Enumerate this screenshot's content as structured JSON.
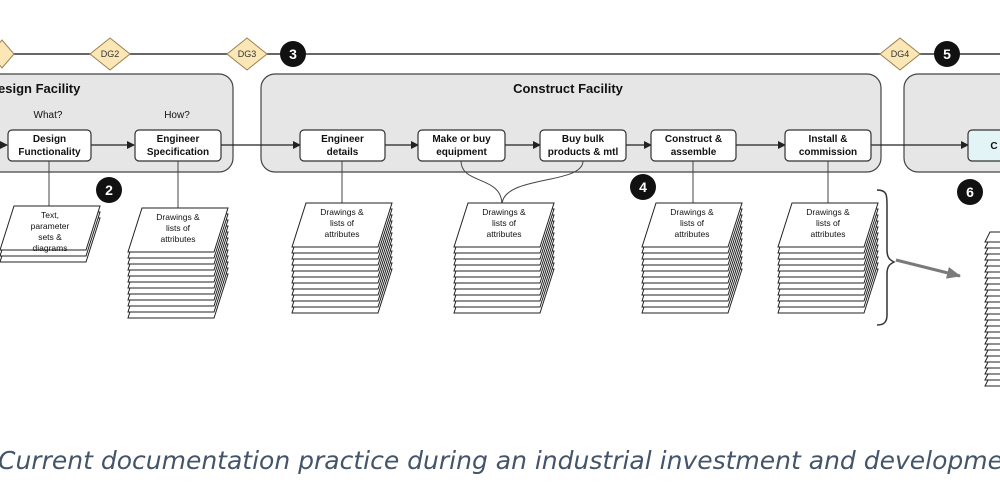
{
  "decision_gates": [
    {
      "id": "dg1",
      "label": ""
    },
    {
      "id": "dg2",
      "label": "DG2"
    },
    {
      "id": "dg3",
      "label": "DG3"
    },
    {
      "id": "dg4",
      "label": "DG4"
    }
  ],
  "milestones": [
    {
      "id": "m3",
      "label": "3"
    },
    {
      "id": "m5",
      "label": "5"
    },
    {
      "id": "m2",
      "label": "2"
    },
    {
      "id": "m4",
      "label": "4"
    },
    {
      "id": "m6",
      "label": "6"
    }
  ],
  "stages": {
    "design": {
      "title": "esign Facility"
    },
    "construct": {
      "title": "Construct Facility"
    }
  },
  "questions": {
    "what": "What?",
    "how": "How?"
  },
  "steps": {
    "design_functionality": [
      "Design",
      "Functionality"
    ],
    "engineer_specification": [
      "Engineer",
      "Specification"
    ],
    "engineer_details": [
      "Engineer",
      "details"
    ],
    "make_or_buy": [
      "Make or buy",
      "equipment"
    ],
    "buy_bulk": [
      "Buy bulk",
      "products & mtl"
    ],
    "construct_assemble": [
      "Construct &",
      "assemble"
    ],
    "install_commission": [
      "Install &",
      "commission"
    ],
    "operate_partial": [
      "C"
    ]
  },
  "documents": {
    "text_params": [
      "Text,",
      "parameter",
      "sets &",
      "diagrams"
    ],
    "drawings": [
      "Drawings &",
      "lists of",
      "attributes"
    ]
  },
  "caption": "Current documentation practice during an industrial investment and development"
}
